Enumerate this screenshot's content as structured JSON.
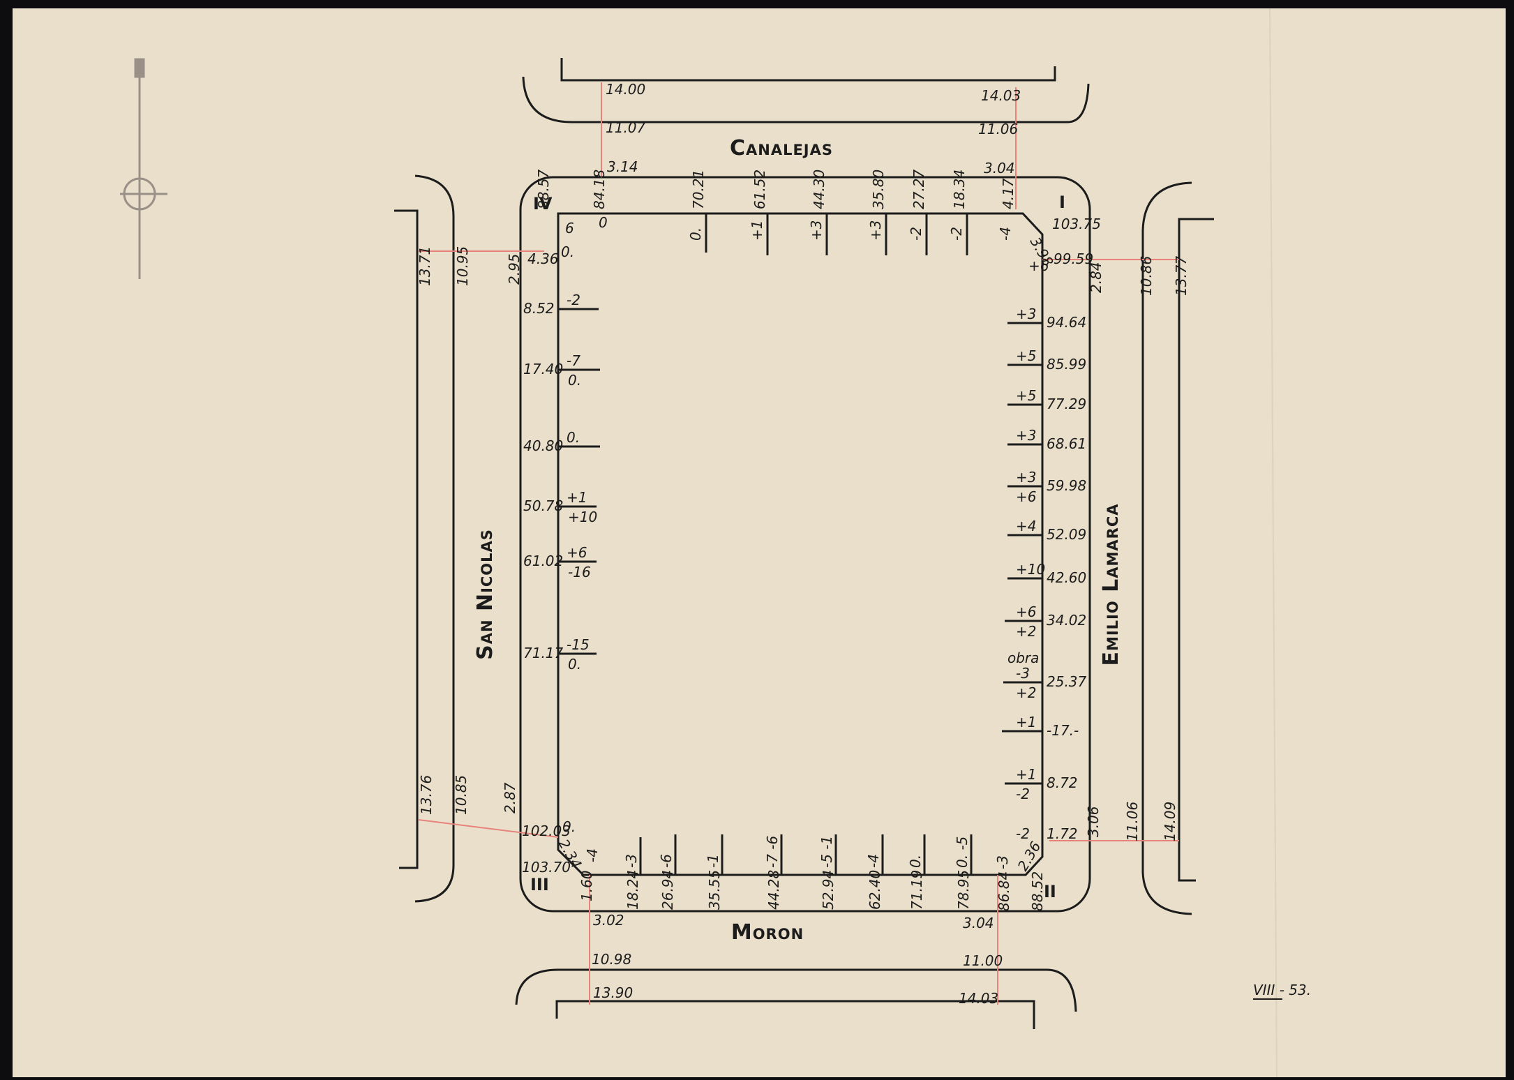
{
  "colors": {
    "paper": "#e9dfca",
    "ink": "#1c1c1c",
    "survey_line": "#e8837c",
    "background": "#0d0d0f"
  },
  "streets": {
    "top": "Canalejas",
    "bottom": "Moron",
    "left": "San Nicolas",
    "right": "Emilio Lamarca"
  },
  "corners": {
    "c1": "I",
    "c2": "II",
    "c3": "III",
    "c4": "IV"
  },
  "top_street_levels": {
    "left_far": "14.00",
    "left_near": "11.07",
    "left_curb": "3.14",
    "right_far": "14.03",
    "right_near": "11.06",
    "right_curb": "3.04"
  },
  "bottom_street_levels": {
    "left_curb": "3.02",
    "left_near": "10.98",
    "left_far": "13.90",
    "right_curb": "3.04",
    "right_near": "11.00",
    "right_far": "14.03"
  },
  "left_street_levels": {
    "top_far": "13.71",
    "top_near": "10.95",
    "top_curb": "2.95",
    "bottom_far": "13.76",
    "bottom_near": "10.85",
    "bottom_curb": "2.87"
  },
  "right_street_levels": {
    "top_curb": "2.84",
    "top_near": "10.86",
    "top_far": "13.77",
    "bottom_curb": "3.06",
    "bottom_near": "11.06",
    "bottom_far": "14.09"
  },
  "top_side": {
    "corner_left": "88.57",
    "chamfer_left": "84.18",
    "marks": [
      {
        "pos": "70.21",
        "val": "0."
      },
      {
        "pos": "61.52",
        "val": "+1"
      },
      {
        "pos": "44.30",
        "val": "+3"
      },
      {
        "pos": "35.80",
        "val": "+3"
      },
      {
        "pos": "27.27",
        "val": "-2"
      },
      {
        "pos": "18.34",
        "val": "-2"
      },
      {
        "pos": "4.17",
        "val": "-4"
      }
    ],
    "chamfer_right": "3.98"
  },
  "right_side": {
    "corner_top": "103.75",
    "chamfer_top": "99.59",
    "chamfer_mark": "+6",
    "marks": [
      {
        "pos": "94.64",
        "val": "+3",
        "val2": ""
      },
      {
        "pos": "85.99",
        "val": "+5",
        "val2": ""
      },
      {
        "pos": "77.29",
        "val": "+5",
        "val2": ""
      },
      {
        "pos": "68.61",
        "val": "+3",
        "val2": ""
      },
      {
        "pos": "59.98",
        "val": "+3",
        "val2": "+6"
      },
      {
        "pos": "52.09",
        "val": "+4",
        "val2": ""
      },
      {
        "pos": "42.60",
        "val": "+10",
        "val2": ""
      },
      {
        "pos": "34.02",
        "val": "+6",
        "val2": "+2"
      },
      {
        "pos": "25.37",
        "val": "-3",
        "val2": "+2"
      },
      {
        "pos": "-17.-",
        "val": "+1",
        "val2": ""
      },
      {
        "pos": "8.72",
        "val": "+1",
        "val2": "-2"
      }
    ],
    "obra_note": "obra",
    "chamfer_bottom": "1.72",
    "chamfer_bottom_mark": "-2"
  },
  "left_side": {
    "chamfer_top": "4.36",
    "chamfer_top_mark": "0.",
    "corner_mark": "6",
    "corner_inner_mark": "0",
    "marks": [
      {
        "pos": "8.52",
        "val": "-2",
        "val2": ""
      },
      {
        "pos": "17.40",
        "val": "-7",
        "val2": "0."
      },
      {
        "pos": "40.80",
        "val": "0.",
        "val2": ""
      },
      {
        "pos": "50.78",
        "val": "+1",
        "val2": "+10"
      },
      {
        "pos": "61.02",
        "val": "+6",
        "val2": "-16"
      },
      {
        "pos": "71.17",
        "val": "-15",
        "val2": "0."
      }
    ],
    "chamfer_bottom": "102.03",
    "chamfer_bottom_mark": "0.",
    "corner_bottom": "103.70"
  },
  "bottom_side": {
    "chamfer_left_diag": "2.34",
    "chamfer_left_mark": "-4",
    "corner_left_pos": "1.60",
    "marks": [
      {
        "pos": "18.24",
        "val": "-3"
      },
      {
        "pos": "26.94",
        "val": "-6"
      },
      {
        "pos": "35.55",
        "val": "-1"
      },
      {
        "pos": "44.28",
        "val": "-7 -6"
      },
      {
        "pos": "52.94",
        "val": "-5 -1"
      },
      {
        "pos": "62.40",
        "val": "-4"
      },
      {
        "pos": "71.19",
        "val": "0."
      },
      {
        "pos": "78.95",
        "val": "0. -5"
      }
    ],
    "chamfer_right_pos": "86.84",
    "chamfer_right_mark": "-3",
    "chamfer_right_diag": "2.36",
    "corner_right": "88.52"
  },
  "sheet_ref": "VIII - 53."
}
